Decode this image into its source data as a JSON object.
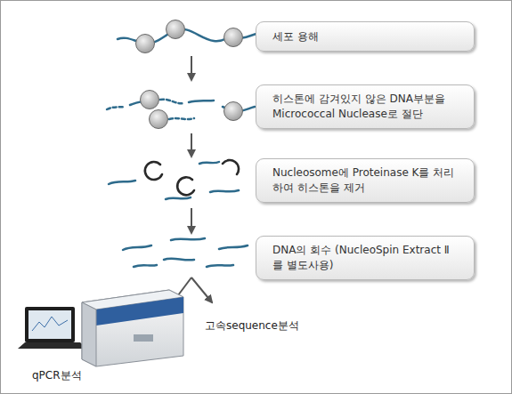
{
  "diagram": {
    "nodes": [
      {
        "text": [
          "세포 용해"
        ]
      },
      {
        "text": [
          "히스톤에 감겨있지 않은 DNA부분을 Micrococcal Nuclease로 절단"
        ]
      },
      {
        "text": [
          "Nucleosome에 Proteinase K를 처리하여 히스톤을 제거"
        ]
      },
      {
        "text": [
          "DNA의 회수 (NucleoSpin Extract Ⅱ 를 별도사용)"
        ]
      }
    ],
    "labels": [
      "고속sequence분석",
      "qPCR분석"
    ]
  }
}
